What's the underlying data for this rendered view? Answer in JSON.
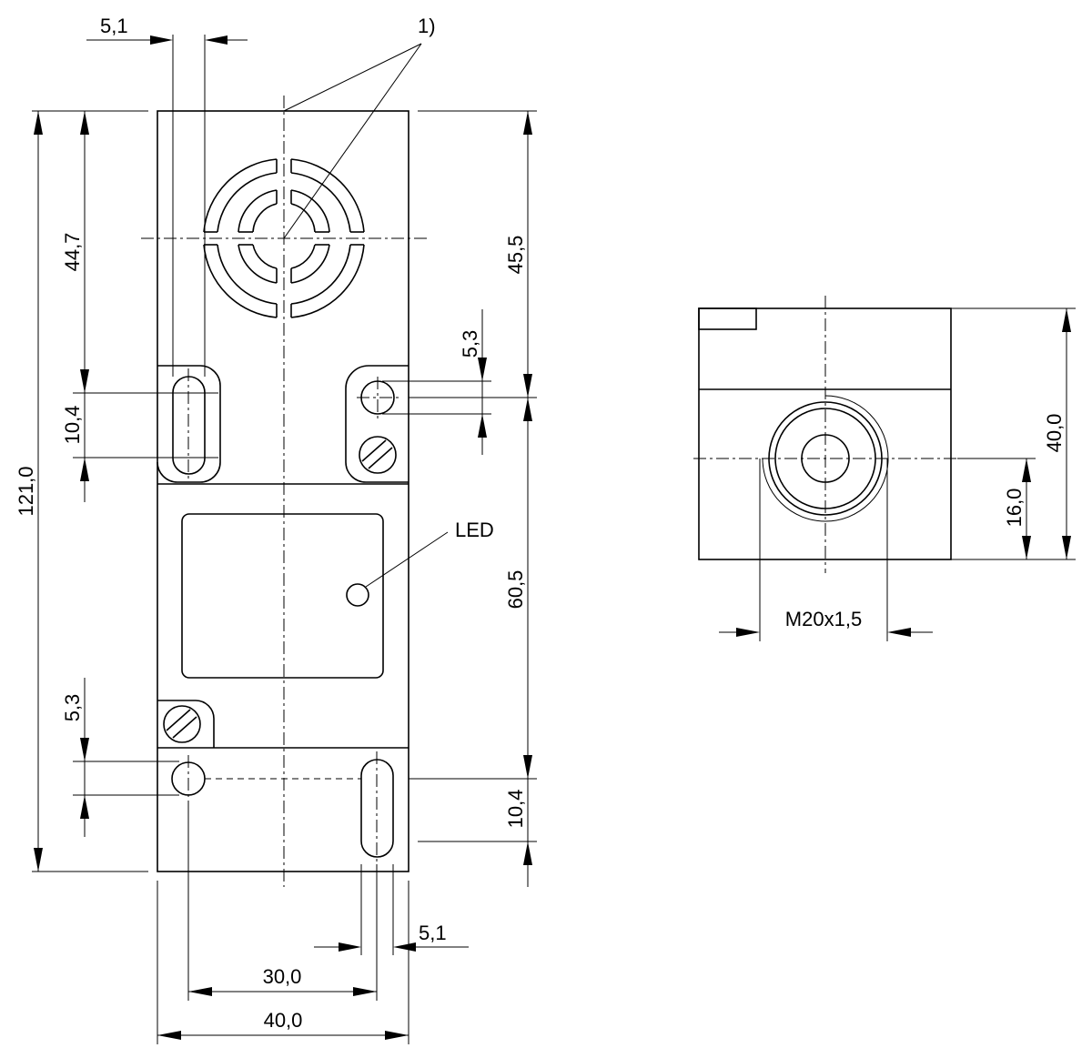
{
  "labels": {
    "note_ref": "1)",
    "led": "LED",
    "dim_top_slot_width": "5,1",
    "dim_top_block": "44,7",
    "dim_top_slot_length": "10,4",
    "dim_total_height": "121,0",
    "dim_bottom_hole": "5,3",
    "dim_right_top_block": "45,5",
    "dim_right_hole": "5,3",
    "dim_right_mid": "60,5",
    "dim_right_slot_length": "10,4",
    "dim_bottom_slot_width": "5,1",
    "dim_hole_spacing": "30,0",
    "dim_total_width": "40,0",
    "dim_side_height": "40,0",
    "dim_side_axis": "16,0",
    "dim_thread": "M20x1,5"
  }
}
